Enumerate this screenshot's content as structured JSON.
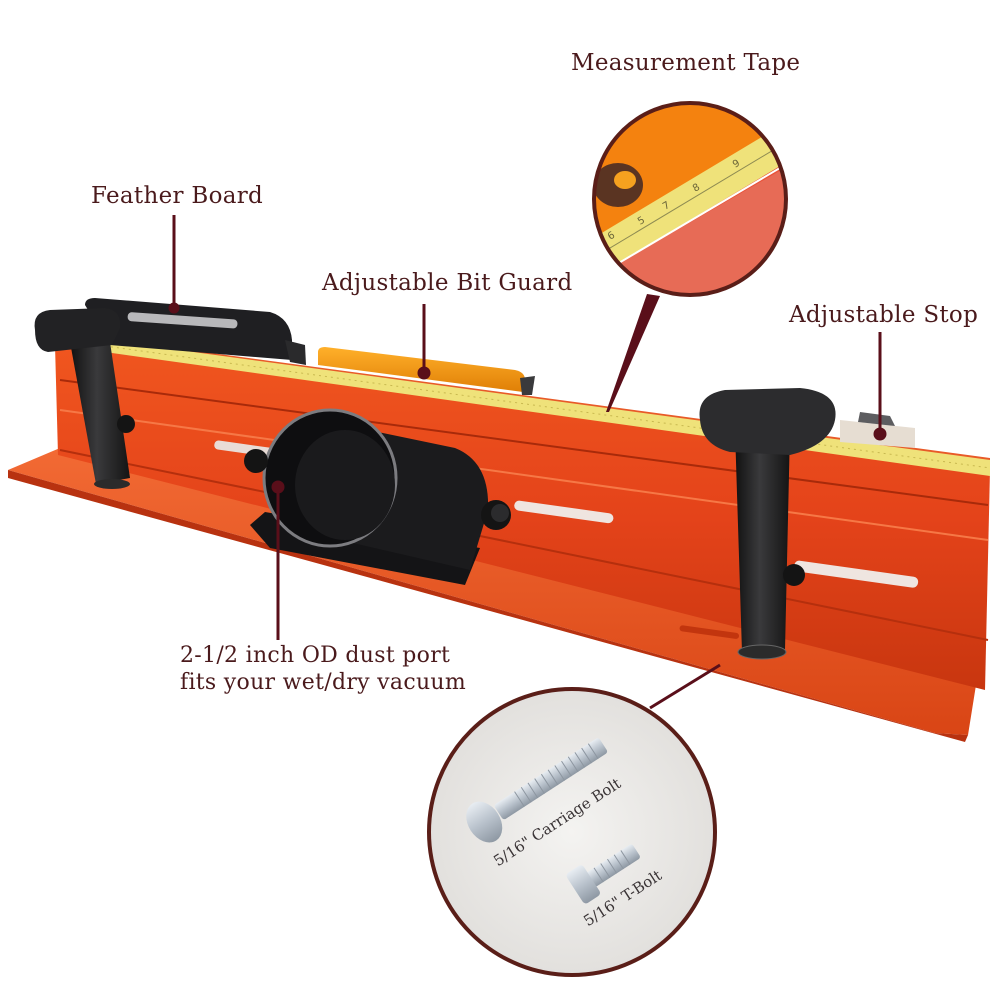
{
  "callouts": {
    "measurement_tape": "Measurement Tape",
    "feather_board": "Feather Board",
    "bit_guard": "Adjustable Bit Guard",
    "adjustable_stop": "Adjustable Stop",
    "dust_port": "2-1/2 inch OD dust port\nfits your wet/dry vacuum"
  },
  "inset_bolts": {
    "carriage_bolt": "5/16\" Carriage Bolt",
    "t_bolt": "5/16\" T-Bolt"
  },
  "tape_inset": {
    "numbers": [
      "6",
      "5",
      "7",
      "8",
      "9"
    ]
  },
  "colors": {
    "label_text": "#4a1a1c",
    "callout_line": "#5a0f1a",
    "fence_orange": "#e8461c",
    "fence_dark": "#b8300e",
    "tape_yellow": "#efe27a",
    "knob_black": "#1e1e20",
    "inset_border": "#5a1e18",
    "bit_guard_amber": "#f29a10"
  }
}
